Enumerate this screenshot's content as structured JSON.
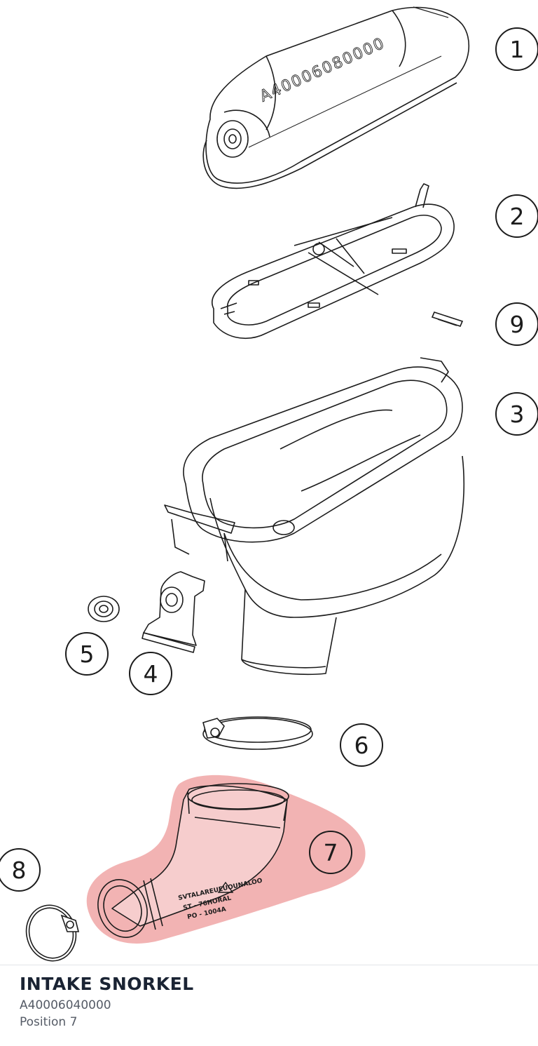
{
  "diagram": {
    "cover_marking": "A40006080000",
    "snorkel_label_lines": [
      "SVTALAREUEUOUNALOO",
      "ST - 76HORAL",
      "PO - 1004A"
    ],
    "highlight_color": "#f0a6a6",
    "line_color": "#1c1c1c",
    "callouts": [
      {
        "part": "cover",
        "label": "1"
      },
      {
        "part": "filter-cage",
        "label": "2"
      },
      {
        "part": "small-clip",
        "label": "9"
      },
      {
        "part": "airbox",
        "label": "3"
      },
      {
        "part": "grommet",
        "label": "5"
      },
      {
        "part": "valve-bracket",
        "label": "4"
      },
      {
        "part": "hose-clamp-large",
        "label": "6"
      },
      {
        "part": "intake-snorkel",
        "label": "7"
      },
      {
        "part": "hose-clamp-small",
        "label": "8"
      }
    ]
  },
  "footer": {
    "part_name": "INTAKE SNORKEL",
    "part_number": "A40006040000",
    "position": "Position 7"
  }
}
